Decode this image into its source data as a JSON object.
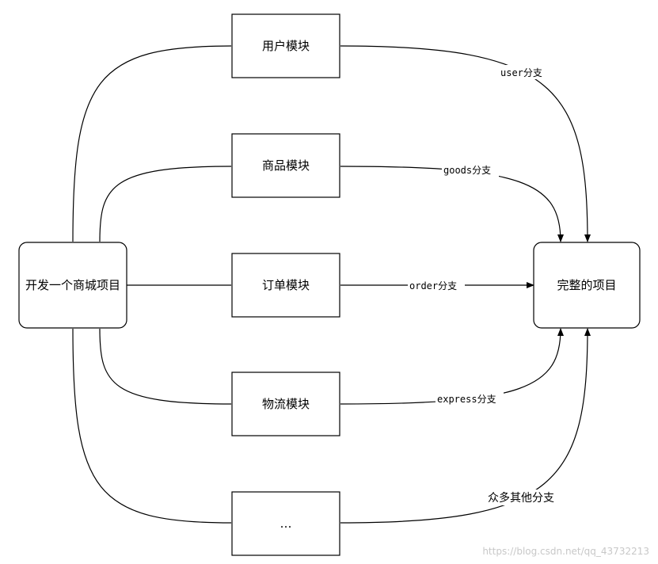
{
  "nodes": {
    "start": "开发一个商城项目",
    "end": "完整的项目",
    "user": "用户模块",
    "goods": "商品模块",
    "order": "订单模块",
    "express": "物流模块",
    "more": "…"
  },
  "edge_labels": {
    "user_branch": "user分支",
    "goods_branch": "goods分支",
    "order_branch": "order分支",
    "express_branch": "express分支",
    "more_branch": "众多其他分支"
  },
  "watermark": "https://blog.csdn.net/qq_43732213"
}
